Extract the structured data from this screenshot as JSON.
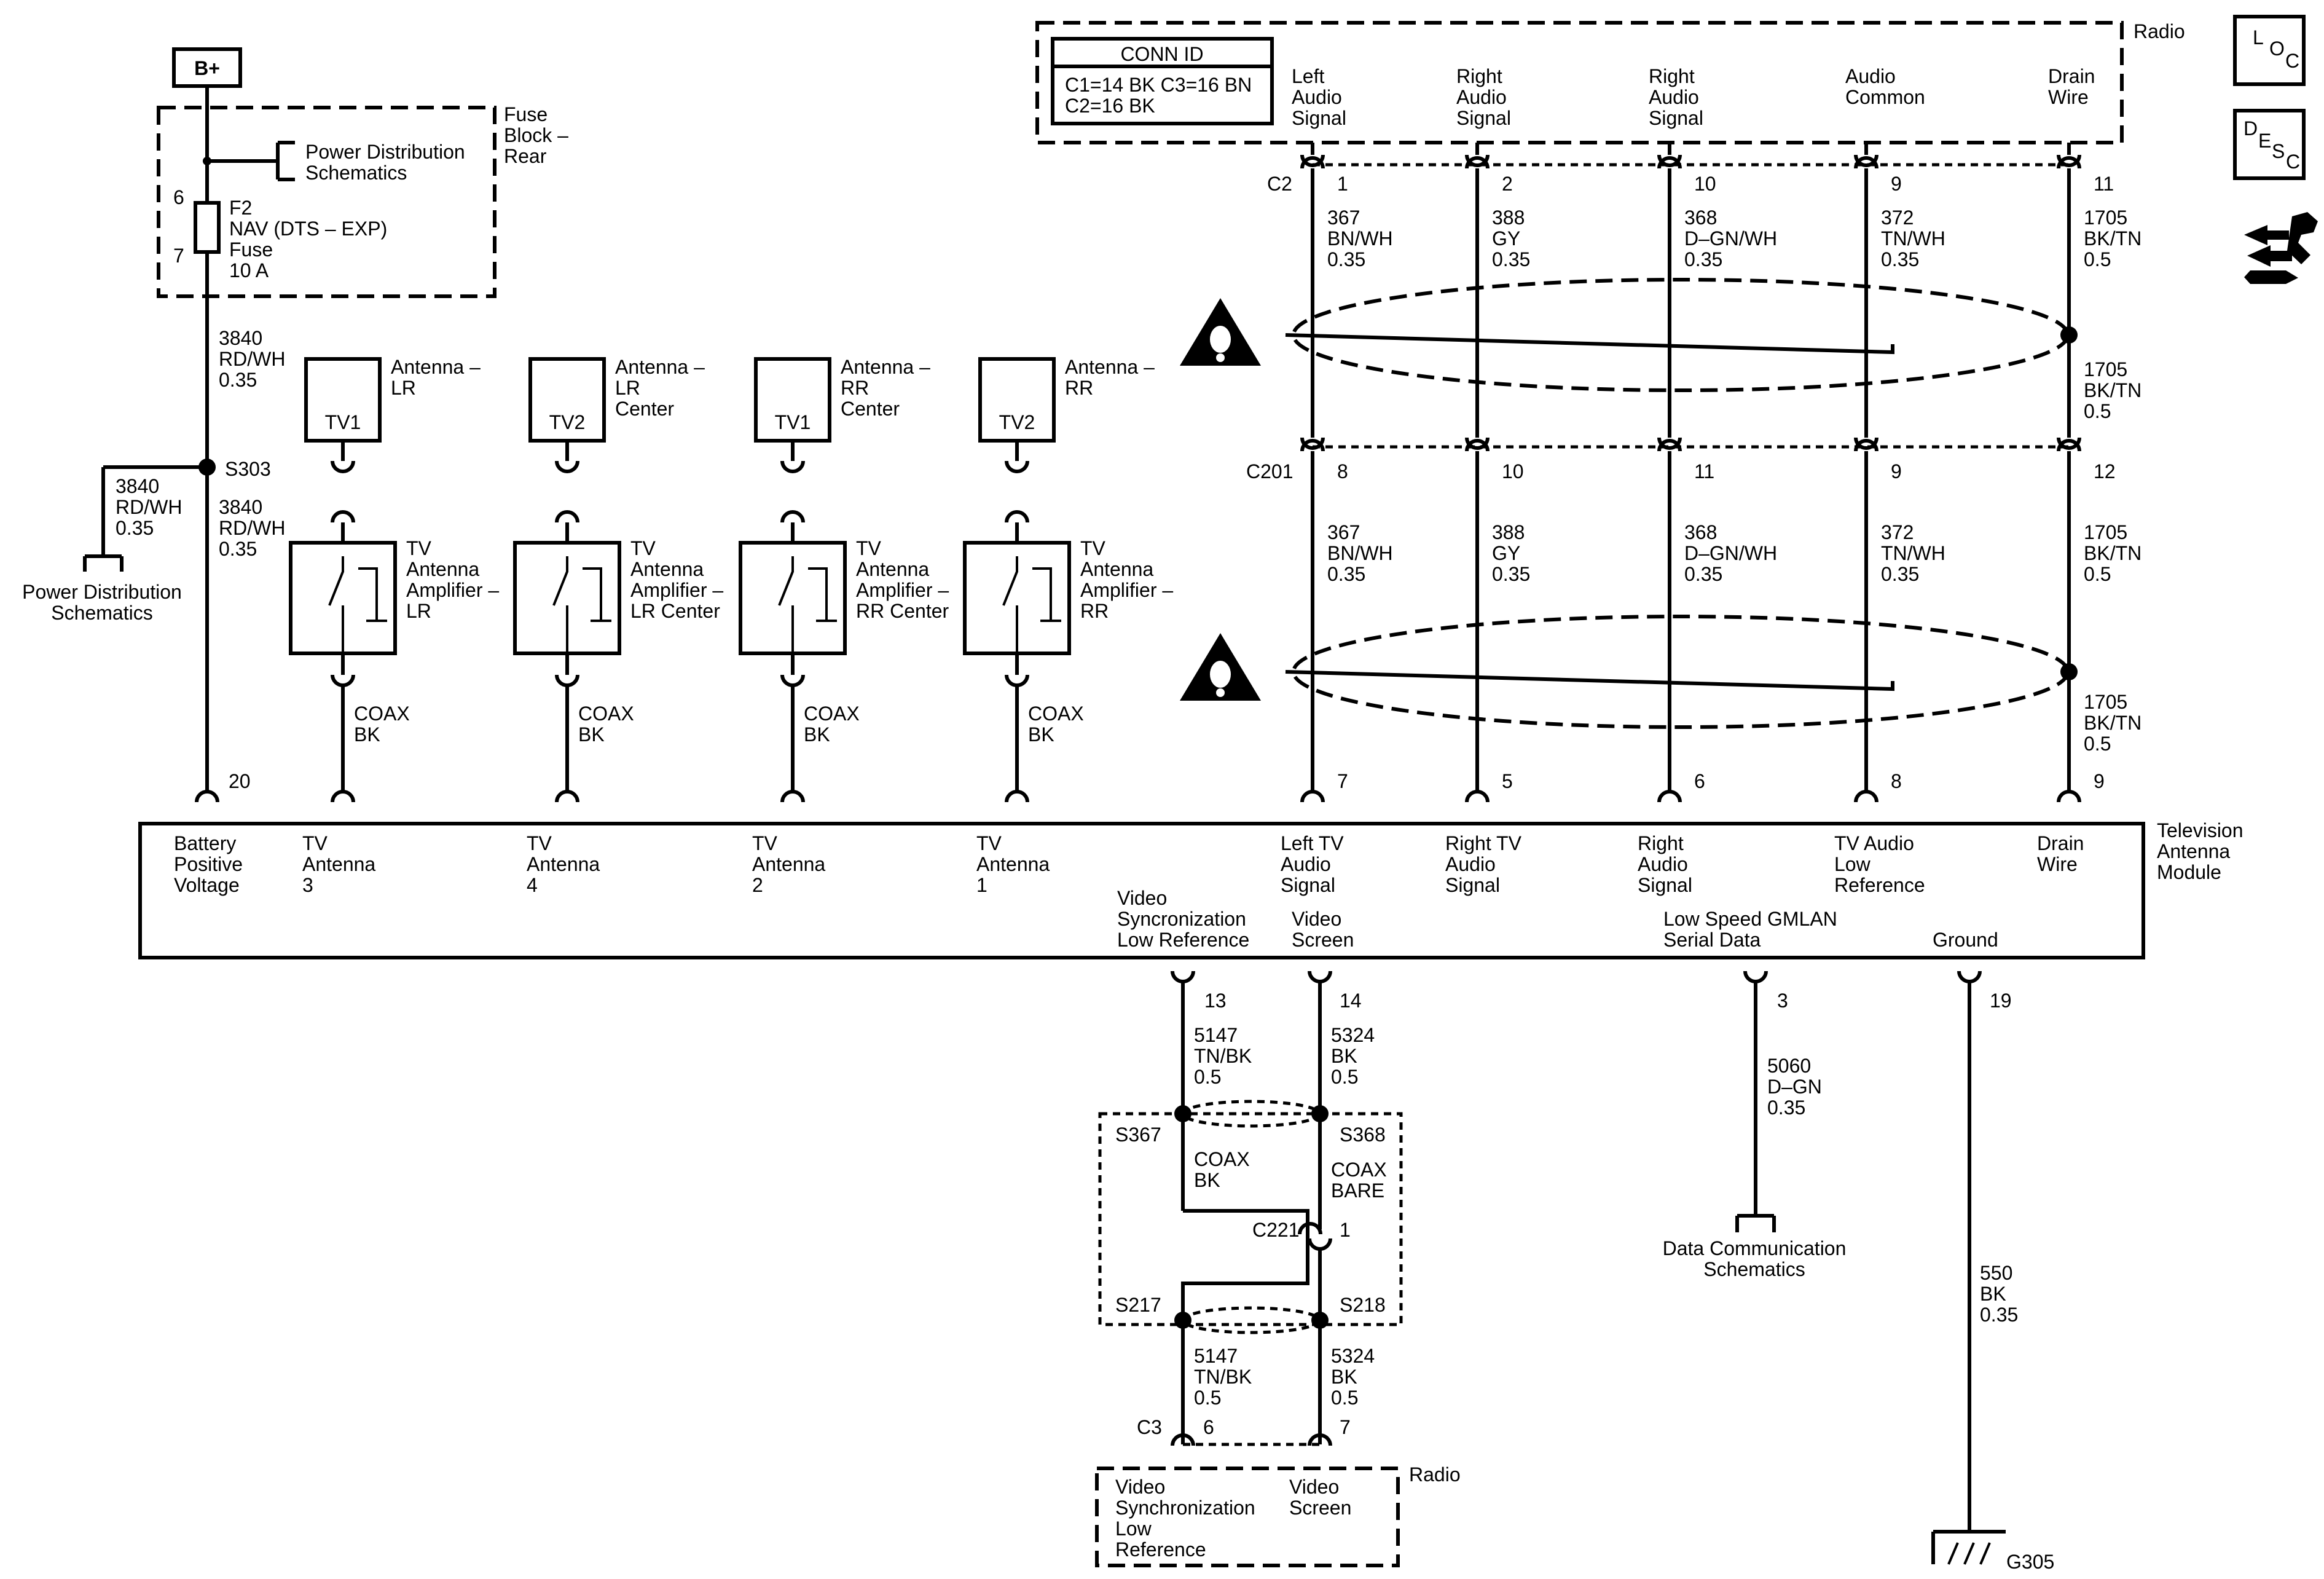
{
  "power": {
    "bplus": "B+",
    "fuse_block": [
      "Fuse",
      "Block –",
      "Rear"
    ],
    "pds_top": [
      "Power Distribution",
      "Schematics"
    ],
    "fuse_pin_in": "6",
    "fuse_pin_out": "7",
    "fuse_label": [
      "F2",
      "NAV (DTS – EXP)",
      "Fuse",
      "10 A"
    ],
    "wire_top": [
      "3840",
      "RD/WH",
      "0.35"
    ],
    "splice": "S303",
    "wire_branch": [
      "3840",
      "RD/WH",
      "0.35"
    ],
    "wire_main": [
      "3840",
      "RD/WH",
      "0.35"
    ],
    "pds_bottom": [
      "Power Distribution",
      "Schematics"
    ],
    "module_pin": "20"
  },
  "radio_top": {
    "name": "Radio",
    "conn_id_title": "CONN ID",
    "conn_id_line1": "C1=14 BK  C3=16 BN",
    "conn_id_line2": "C2=16 BK",
    "connector": "C2",
    "inline_connector": "C201"
  },
  "audio_wires": [
    {
      "label": [
        "Left",
        "Audio",
        "Signal"
      ],
      "c2_pin": "1",
      "upper": [
        "367",
        "BN/WH",
        "0.35"
      ],
      "c201_pin": "8",
      "lower": [
        "367",
        "BN/WH",
        "0.35"
      ],
      "module_pin": "7",
      "module_label": [
        "Left TV",
        "Audio",
        "Signal"
      ]
    },
    {
      "label": [
        "Right",
        "Audio",
        "Signal"
      ],
      "c2_pin": "2",
      "upper": [
        "388",
        "GY",
        "0.35"
      ],
      "c201_pin": "10",
      "lower": [
        "388",
        "GY",
        "0.35"
      ],
      "module_pin": "5",
      "module_label": [
        "Right TV",
        "Audio",
        "Signal"
      ]
    },
    {
      "label": [
        "Right",
        "Audio",
        "Signal"
      ],
      "c2_pin": "10",
      "upper": [
        "368",
        "D–GN/WH",
        "0.35"
      ],
      "c201_pin": "11",
      "lower": [
        "368",
        "D–GN/WH",
        "0.35"
      ],
      "module_pin": "6",
      "module_label": [
        "Right",
        "Audio",
        "Signal"
      ]
    },
    {
      "label": [
        "Audio",
        "Common"
      ],
      "c2_pin": "9",
      "upper": [
        "372",
        "TN/WH",
        "0.35"
      ],
      "c201_pin": "9",
      "lower": [
        "372",
        "TN/WH",
        "0.35"
      ],
      "module_pin": "8",
      "module_label": [
        "TV Audio",
        "Low",
        "Reference"
      ]
    },
    {
      "label": [
        "Drain",
        "Wire"
      ],
      "c2_pin": "11",
      "upper": [
        "1705",
        "BK/TN",
        "0.5"
      ],
      "mid1": [
        "1705",
        "BK/TN",
        "0.5"
      ],
      "c201_pin": "12",
      "lower": [
        "1705",
        "BK/TN",
        "0.5"
      ],
      "mid2": [
        "1705",
        "BK/TN",
        "0.5"
      ],
      "module_pin": "9",
      "module_label": [
        "Drain",
        "Wire"
      ]
    }
  ],
  "antennas": [
    {
      "box": "TV1",
      "name": [
        "Antenna –",
        "LR"
      ],
      "amp": [
        "TV",
        "Antenna",
        "Amplifier –",
        "LR"
      ],
      "coax": [
        "COAX",
        "BK"
      ],
      "module_label": [
        "TV",
        "Antenna",
        "3"
      ]
    },
    {
      "box": "TV2",
      "name": [
        "Antenna –",
        "LR",
        "Center"
      ],
      "amp": [
        "TV",
        "Antenna",
        "Amplifier –",
        "LR Center"
      ],
      "coax": [
        "COAX",
        "BK"
      ],
      "module_label": [
        "TV",
        "Antenna",
        "4"
      ]
    },
    {
      "box": "TV1",
      "name": [
        "Antenna –",
        "RR",
        "Center"
      ],
      "amp": [
        "TV",
        "Antenna",
        "Amplifier –",
        "RR Center"
      ],
      "coax": [
        "COAX",
        "BK"
      ],
      "module_label": [
        "TV",
        "Antenna",
        "2"
      ]
    },
    {
      "box": "TV2",
      "name": [
        "Antenna –",
        "RR"
      ],
      "amp": [
        "TV",
        "Antenna",
        "Amplifier –",
        "RR"
      ],
      "coax": [
        "COAX",
        "BK"
      ],
      "module_label": [
        "TV",
        "Antenna",
        "1"
      ]
    }
  ],
  "module": {
    "name": [
      "Television",
      "Antenna",
      "Module"
    ],
    "battery_label": [
      "Battery",
      "Positive",
      "Voltage"
    ],
    "video_sync_label": [
      "Video",
      "Syncronization",
      "Low Reference"
    ],
    "video_screen_label": [
      "Video",
      "Screen"
    ],
    "gmlan_label": [
      "Low Speed GMLAN",
      "Serial Data"
    ],
    "ground_label": "Ground"
  },
  "video": {
    "sync_pin": "13",
    "screen_pin": "14",
    "sync_upper": [
      "5147",
      "TN/BK",
      "0.5"
    ],
    "screen_upper": [
      "5324",
      "BK",
      "0.5"
    ],
    "s367": "S367",
    "s368": "S368",
    "coax_bk": [
      "COAX",
      "BK"
    ],
    "coax_bare": [
      "COAX",
      "BARE"
    ],
    "c221": "C221",
    "c221_pin": "1",
    "s217": "S217",
    "s218": "S218",
    "sync_lower": [
      "5147",
      "TN/BK",
      "0.5"
    ],
    "screen_lower": [
      "5324",
      "BK",
      "0.5"
    ],
    "c3": "C3",
    "c3_sync_pin": "6",
    "c3_screen_pin": "7",
    "radio_name": "Radio",
    "radio_sync_label": [
      "Video",
      "Synchronization",
      "Low",
      "Reference"
    ],
    "radio_screen_label": [
      "Video",
      "Screen"
    ]
  },
  "gmlan": {
    "pin": "3",
    "wire": [
      "5060",
      "D–GN",
      "0.35"
    ],
    "dest": [
      "Data Communication",
      "Schematics"
    ]
  },
  "ground": {
    "pin": "19",
    "wire": [
      "550",
      "BK",
      "0.35"
    ],
    "gnd": "G305"
  },
  "side_icons": {
    "loc": [
      "L",
      "O",
      "C"
    ],
    "desc": [
      "D",
      "E",
      "S",
      "C"
    ],
    "loc_icon": "loc-icon",
    "desc_icon": "desc-icon",
    "transfer_icon": "tools-transfer-icon"
  }
}
